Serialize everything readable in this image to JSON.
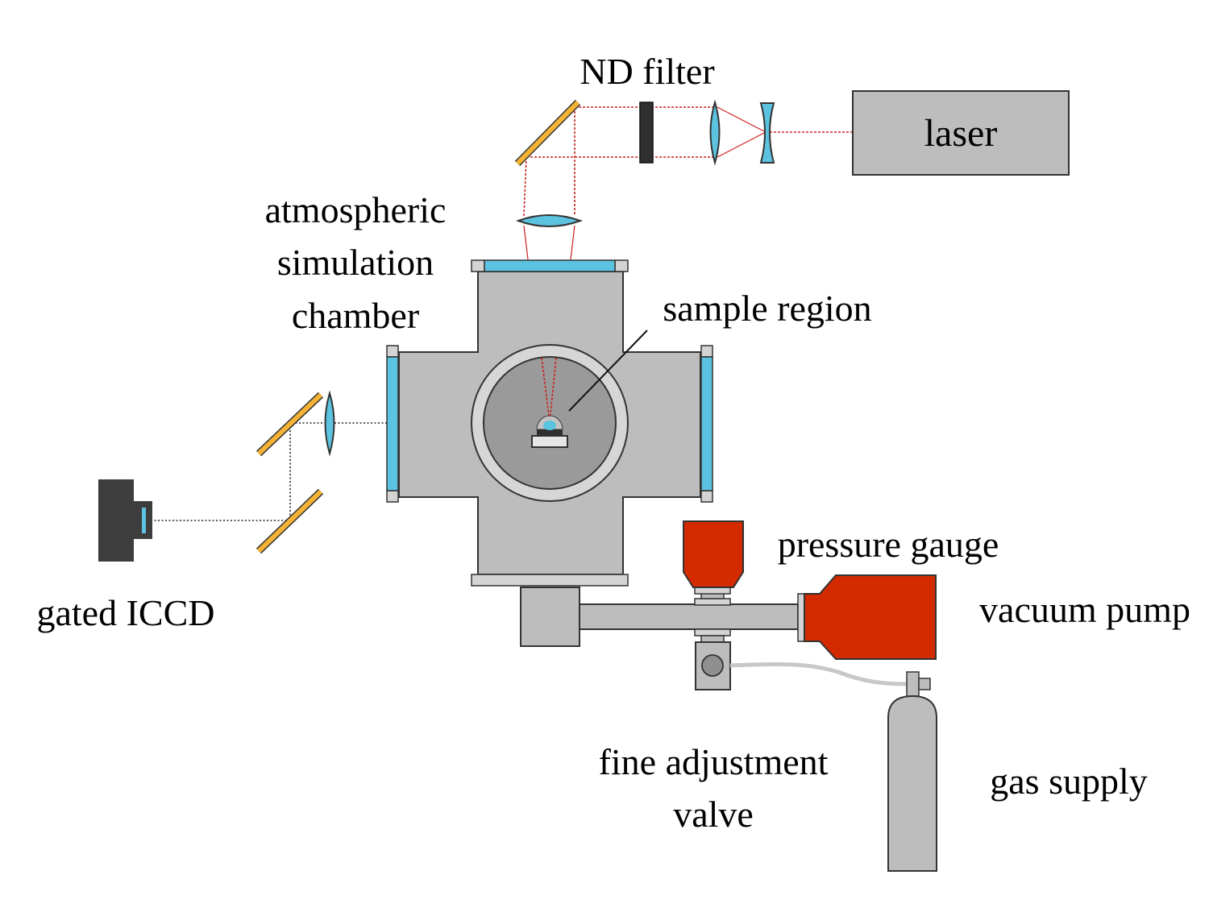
{
  "labels": {
    "nd_filter": "ND filter",
    "laser": "laser",
    "chamber_line1": "atmospheric",
    "chamber_line2": "simulation",
    "chamber_line3": "chamber",
    "sample_region": "sample region",
    "camera": "gated ICCD",
    "pressure_gauge": "pressure gauge",
    "vacuum_pump": "vacuum pump",
    "valve_line1": "fine adjustment",
    "valve_line2": "valve",
    "gas_supply": "gas supply"
  },
  "colors": {
    "chamber": "#bdbdbd",
    "chamber_inner": "#9a9a9a",
    "window": "#5bc3e0",
    "mirror": "#f5b335",
    "laser_beam": "#cc1f1f",
    "pump": "#d42a00",
    "camera": "#3d3d3d",
    "nd_filter": "#2f2f2f"
  }
}
